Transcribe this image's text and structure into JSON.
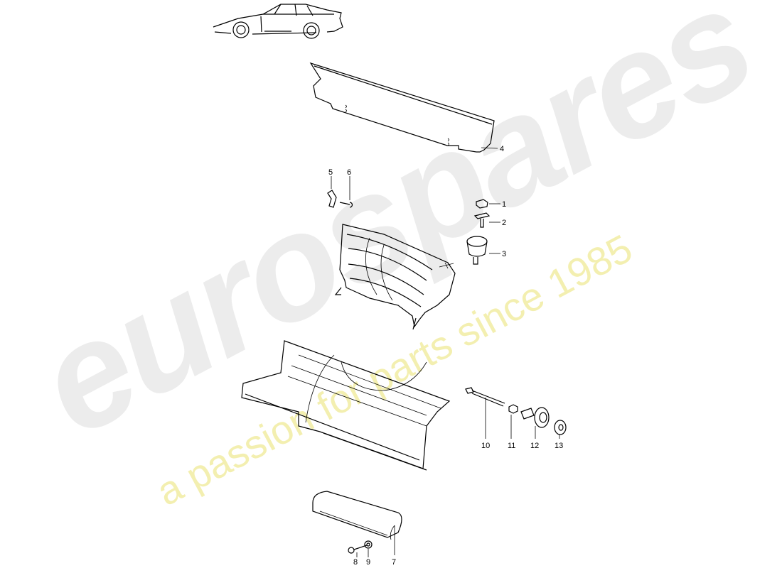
{
  "watermark": {
    "brand": "eurospares",
    "tagline": "a passion for parts since 1985",
    "brand_color": "#e6e6e6",
    "tagline_color": "#f2eca0"
  },
  "callouts": [
    "1",
    "2",
    "3",
    "4",
    "5",
    "6",
    "7",
    "8",
    "9",
    "10",
    "11",
    "12",
    "13"
  ]
}
